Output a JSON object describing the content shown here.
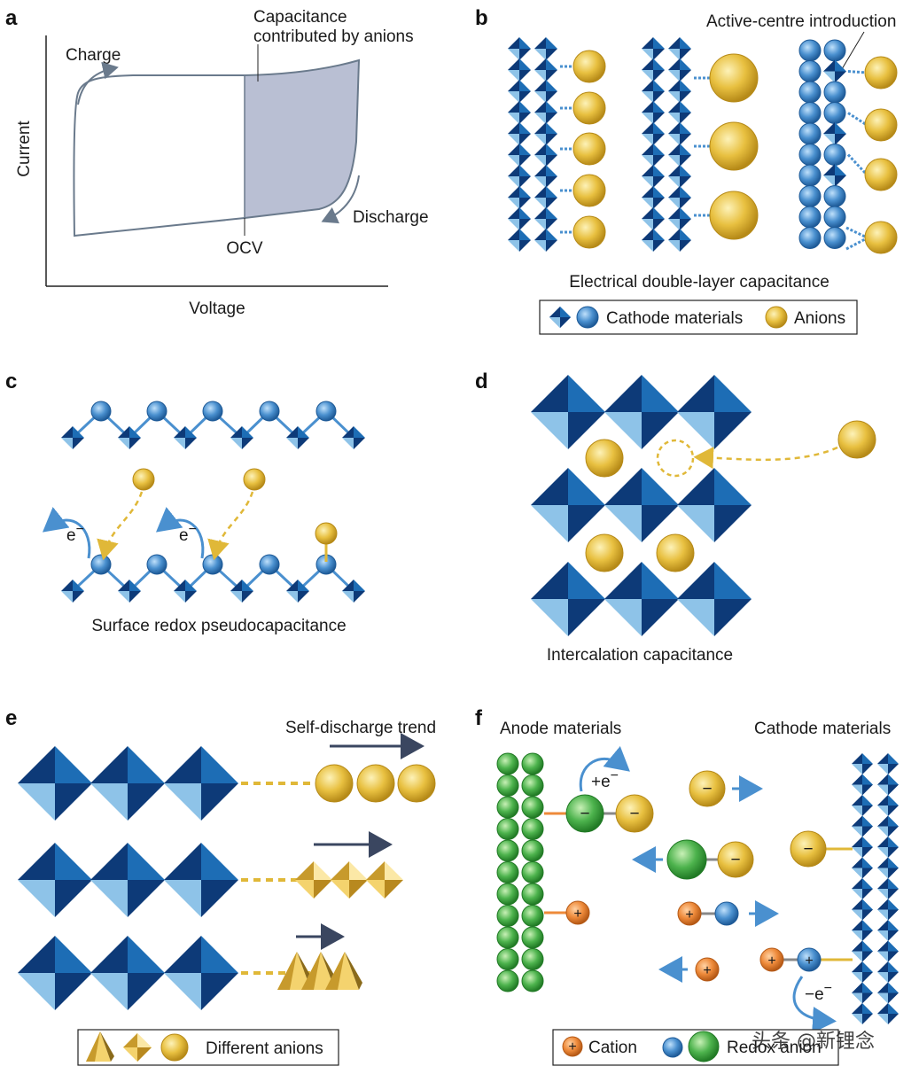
{
  "panels": {
    "a": {
      "label": "a",
      "ylabel": "Current",
      "xlabel": "Voltage",
      "charge": "Charge",
      "discharge": "Discharge",
      "ocv": "OCV",
      "anion_note_l1": "Capacitance",
      "anion_note_l2": "contributed by anions"
    },
    "b": {
      "label": "b",
      "active_centre": "Active-centre introduction",
      "caption": "Electrical double-layer capacitance",
      "legend_cathode": "Cathode materials",
      "legend_anions": "Anions"
    },
    "c": {
      "label": "c",
      "electron": "e",
      "electron_sup": "−",
      "caption": "Surface redox pseudocapacitance"
    },
    "d": {
      "label": "d",
      "caption": "Intercalation capacitance"
    },
    "e": {
      "label": "e",
      "trend": "Self-discharge trend",
      "legend": "Different anions"
    },
    "f": {
      "label": "f",
      "anode": "Anode materials",
      "cathode": "Cathode materials",
      "plus_e": "+e",
      "minus_e": "−e",
      "sup": "−",
      "minus": "−",
      "plus": "+",
      "legend_cation": "Cation",
      "legend_redox": "Redox anion"
    }
  },
  "watermark": "头条 @新锂念",
  "colors": {
    "dark_blue": "#0d3a78",
    "mid_blue": "#1d6db5",
    "light_blue": "#8ec3e8",
    "sphere_blue": "#4a90cf",
    "gold": "#e8c040",
    "green": "#4db34d",
    "orange": "#ee8a3a",
    "shade": "#b9bfd3"
  }
}
